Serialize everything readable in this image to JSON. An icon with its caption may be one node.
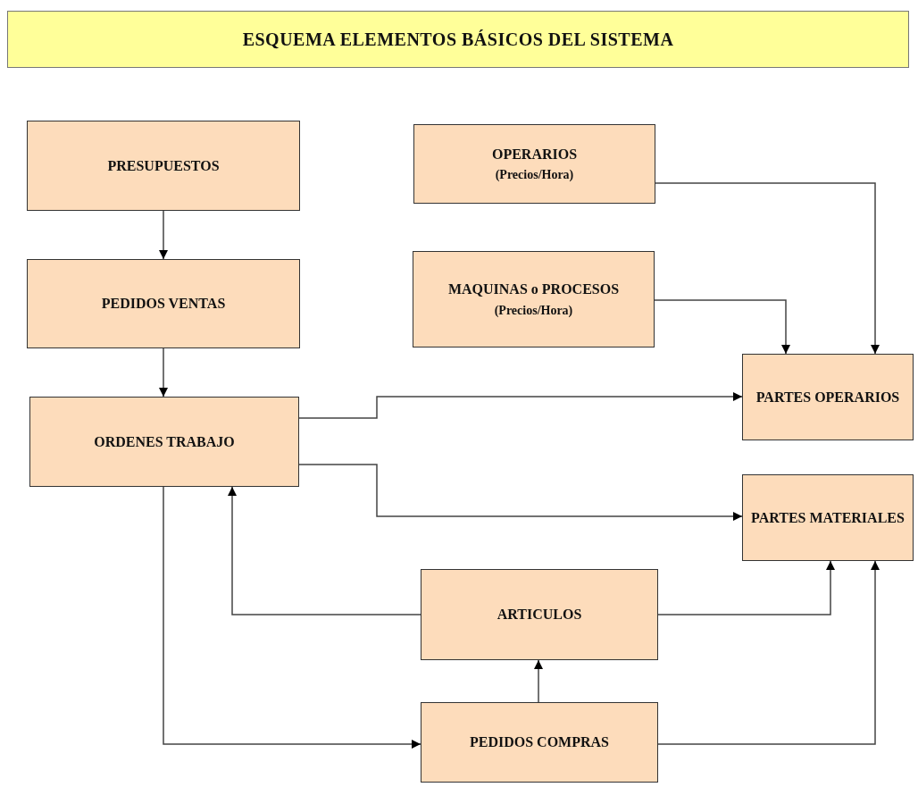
{
  "diagram": {
    "title": "ESQUEMA ELEMENTOS BÁSICOS DEL SISTEMA",
    "nodes": [
      {
        "text": [
          "PRESUPUESTOS"
        ]
      },
      {
        "text": [
          "OPERARIOS",
          "(Precios/Hora)"
        ]
      },
      {
        "text": [
          "PEDIDOS VENTAS"
        ]
      },
      {
        "text": [
          "MAQUINAS o PROCESOS",
          "(Precios/Hora)"
        ]
      },
      {
        "text": [
          "PARTES OPERARIOS"
        ]
      },
      {
        "text": [
          "ORDENES TRABAJO"
        ]
      },
      {
        "text": [
          "PARTES MATERIALES"
        ]
      },
      {
        "text": [
          "ARTICULOS"
        ]
      },
      {
        "text": [
          "PEDIDOS COMPRAS"
        ]
      }
    ],
    "edges": [
      {
        "from": 0,
        "to": 2,
        "arrow": "to"
      },
      {
        "from": 2,
        "to": 5,
        "arrow": "to"
      },
      {
        "from": 1,
        "to": 4,
        "arrow": "to"
      },
      {
        "from": 3,
        "to": 4,
        "arrow": "to"
      },
      {
        "from": 5,
        "to": 4,
        "arrow": "to"
      },
      {
        "from": 5,
        "to": 6,
        "arrow": "to"
      },
      {
        "from": 7,
        "to": 5,
        "arrow": "to"
      },
      {
        "from": 7,
        "to": 6,
        "arrow": "to"
      },
      {
        "from": 8,
        "to": 7,
        "arrow": "to"
      },
      {
        "from": 5,
        "to": 8,
        "arrow": "to"
      },
      {
        "from": 8,
        "to": 6,
        "arrow": "to"
      }
    ]
  }
}
